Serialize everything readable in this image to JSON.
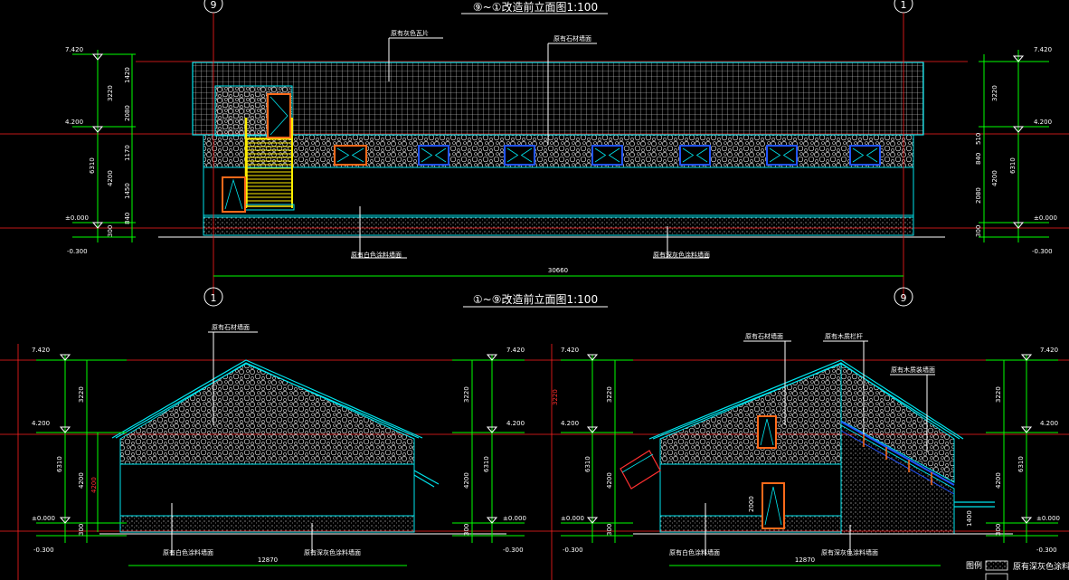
{
  "titles": {
    "top": "⑨~①改造前立面图1:100",
    "middle": "①~⑨改造前立面图1:100"
  },
  "axes": {
    "a9": "9",
    "a1": "1"
  },
  "elevations": {
    "h1": "7.420",
    "h2": "4.200",
    "h3": "±0.000",
    "h4": "-0.300",
    "h3b": "±0.000"
  },
  "dims": {
    "d3220": "3220",
    "d6310": "6310",
    "d4200": "4200",
    "d300": "300",
    "d2080": "2080",
    "d1170": "1170",
    "d1450": "1450",
    "d840": "840",
    "d510": "510",
    "d30660": "30660",
    "d12870": "12870",
    "d1400": "1400",
    "d1420": "1420",
    "d2000": "2000"
  },
  "labels": {
    "tile": "原有灰色瓦片",
    "stone": "原有石材墙面",
    "white": "原有白色涂料墙面",
    "grey": "原有深灰色涂料墙面",
    "wood_rail": "原有木质栏杆",
    "wood_wall": "原有木质装墙面",
    "legend": "图例",
    "legend_item": "原有深灰色涂料墙"
  },
  "colors": {
    "green": "#00ff00",
    "cyan": "#00e5ee",
    "red": "#ff2020",
    "blue": "#2255ff",
    "orange": "#ff6a1a",
    "yellow": "#ffee00"
  }
}
